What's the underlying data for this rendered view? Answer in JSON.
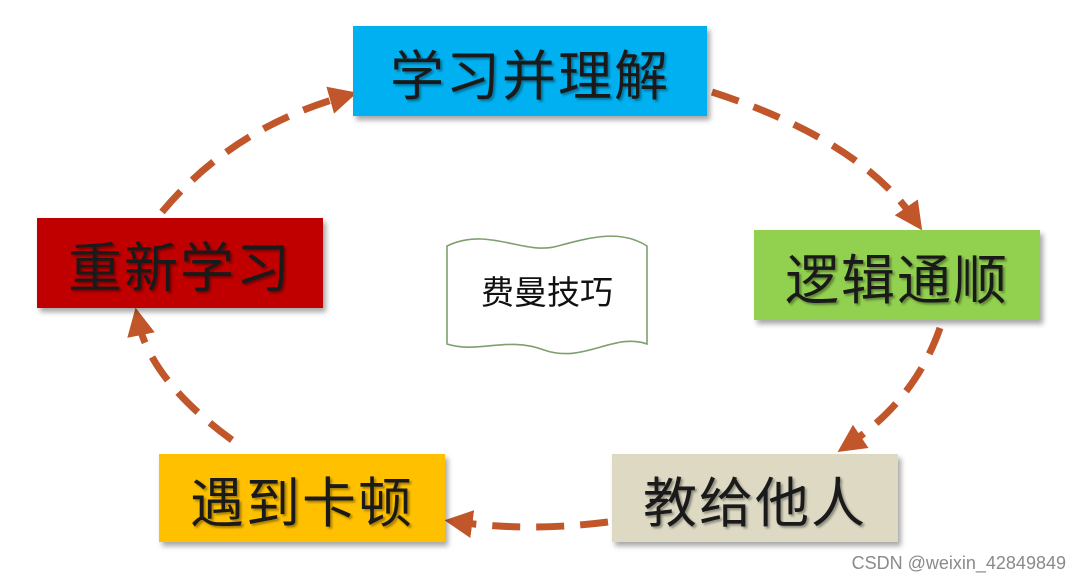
{
  "diagram": {
    "center_label": "费曼技巧",
    "steps": [
      {
        "label": "学习并理解",
        "color": "#00b0f0"
      },
      {
        "label": "逻辑通顺",
        "color": "#92d050"
      },
      {
        "label": "教给他人",
        "color": "#ddd9c3"
      },
      {
        "label": "遇到卡顿",
        "color": "#ffc000"
      },
      {
        "label": "重新学习",
        "color": "#c00000"
      }
    ],
    "arrow_color": "#c0562a"
  },
  "watermark": "CSDN @weixin_42849849"
}
